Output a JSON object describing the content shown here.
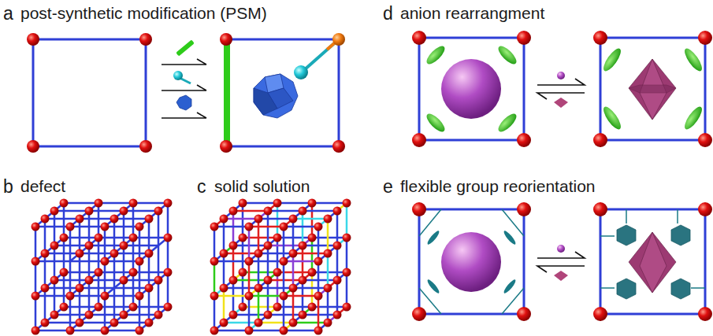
{
  "diagram": {
    "labels": [
      "a",
      "post-synthetic modification (PSM)",
      "b",
      "defect",
      "c",
      "solid solution",
      "d",
      "anion rearrangment",
      "e",
      "flexible group reorientation"
    ]
  }
}
